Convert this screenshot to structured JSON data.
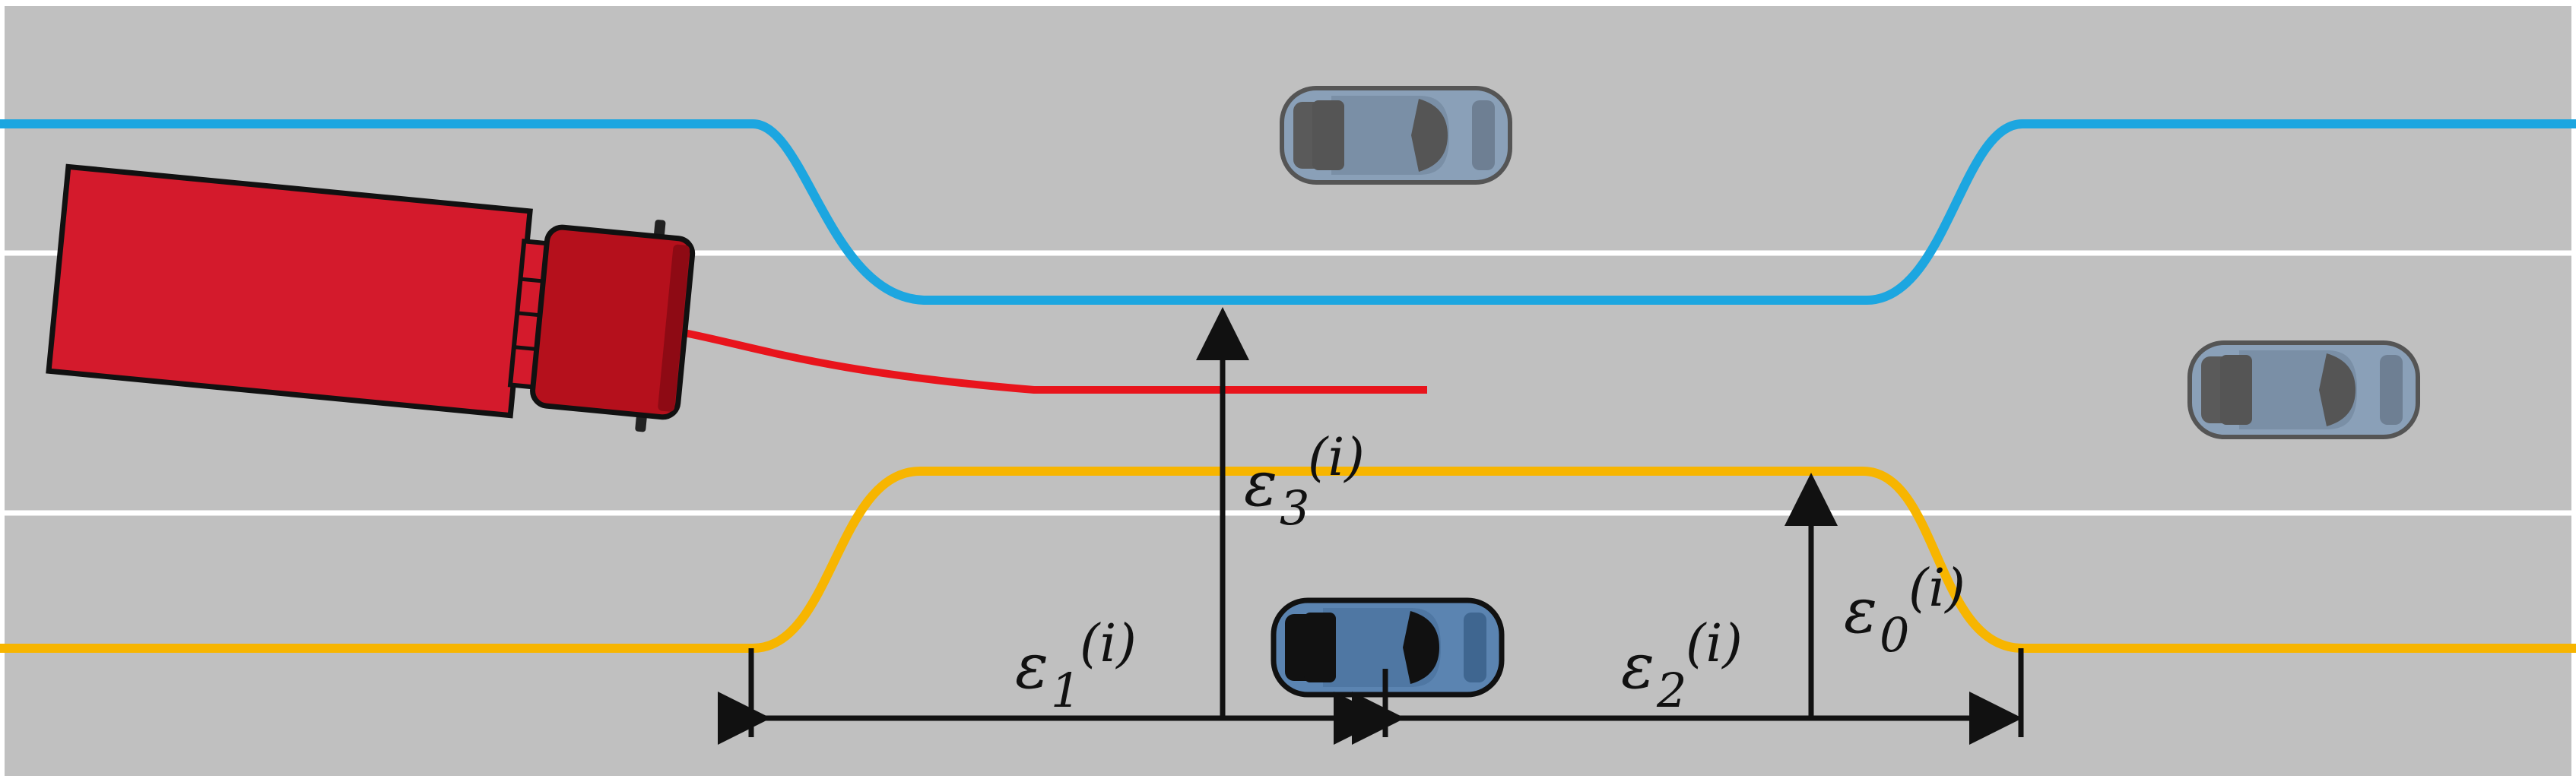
{
  "colors": {
    "road": "#c0c0c0",
    "lane_marking": "#ffffff",
    "upper_boundary": "#1ca6e0",
    "lower_boundary": "#f7b500",
    "truck_path": "#e8141c",
    "truck": "#d41a2c",
    "truck_cab": "#b5101c",
    "ego_car": "#5b84b1",
    "other_car": "#8aa0b8",
    "dimension": "#111111"
  },
  "labels": {
    "eps0": {
      "base": "ε",
      "sub": "0",
      "sup": "(i)"
    },
    "eps1": {
      "base": "ε",
      "sub": "1",
      "sup": "(i)"
    },
    "eps2": {
      "base": "ε",
      "sub": "2",
      "sup": "(i)"
    },
    "eps3": {
      "base": "ε",
      "sub": "3",
      "sup": "(i)"
    }
  }
}
